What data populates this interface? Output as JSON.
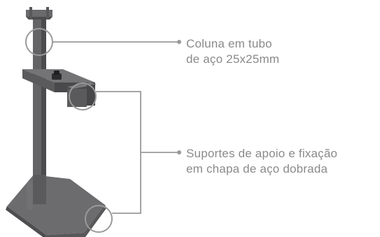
{
  "callouts": [
    {
      "line1": "Coluna em tubo",
      "line2": "de aço 25x25mm"
    },
    {
      "line1": "Suportes de apoio e fixação",
      "line2": "em chapa de aço dobrada"
    }
  ],
  "colors": {
    "steel": "#5e5e60",
    "steel_dark": "#4a4a4c",
    "steel_light": "#77777a",
    "leader": "#9a9a9a",
    "text": "#8a8a8a"
  }
}
